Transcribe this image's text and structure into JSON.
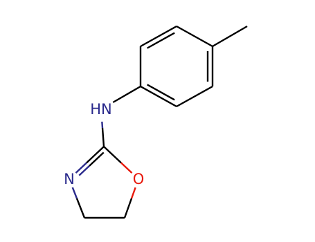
{
  "molecule": {
    "atoms": [
      {
        "id": "nh",
        "label": "HN",
        "element": "N",
        "color": "#2a2a8c"
      },
      {
        "id": "n_ring",
        "label": "N",
        "element": "N",
        "color": "#2a2a8c"
      },
      {
        "id": "o_ring",
        "label": "O",
        "element": "O",
        "color": "#e8190c"
      }
    ],
    "colors": {
      "carbon_bond": "#000000",
      "nitrogen": "#2a2a8c",
      "oxygen": "#e8190c"
    }
  }
}
